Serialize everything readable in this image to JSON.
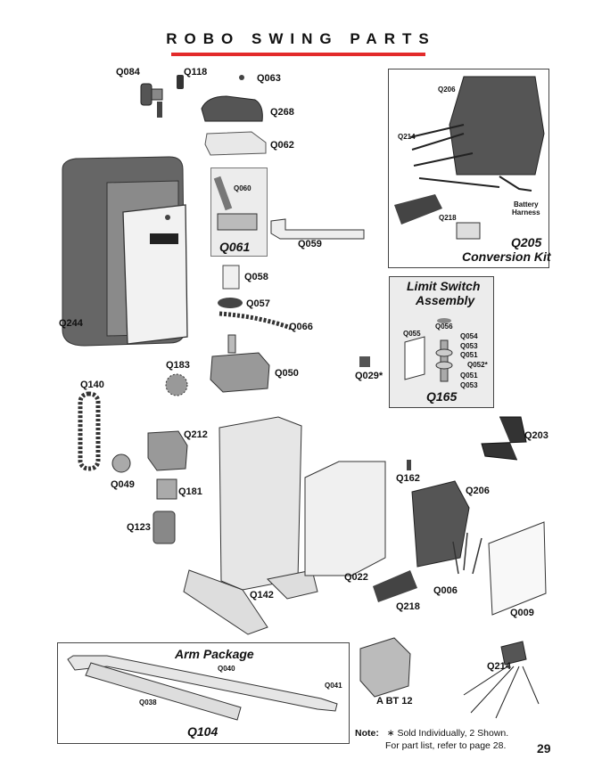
{
  "title": "ROBO SWING PARTS",
  "parts": {
    "q084": "Q084",
    "q118": "Q118",
    "q063": "Q063",
    "q268": "Q268",
    "q062": "Q062",
    "q060": "Q060",
    "q061": "Q061",
    "q059": "Q059",
    "q058": "Q058",
    "q057": "Q057",
    "q066": "Q066",
    "q244": "Q244",
    "q183": "Q183",
    "q050": "Q050",
    "q029": "Q029*",
    "q140": "Q140",
    "q212": "Q212",
    "q049": "Q049",
    "q181": "Q181",
    "q123": "Q123",
    "q142": "Q142",
    "q022": "Q022",
    "q162": "Q162",
    "q206b": "Q206",
    "q203": "Q203",
    "q006": "Q006",
    "q009": "Q009",
    "q218b": "Q218",
    "q214b": "Q214",
    "abt12": "A BT 12",
    "q040": "Q040",
    "q041": "Q041",
    "q038": "Q038",
    "q104": "Q104"
  },
  "conversion_kit": {
    "q206": "Q206",
    "q214": "Q214",
    "q218": "Q218",
    "battery_line1": "Battery",
    "battery_line2": "Harness",
    "q205": "Q205",
    "title": "Conversion Kit"
  },
  "limit_switch": {
    "title_line1": "Limit Switch",
    "title_line2": "Assembly",
    "q056": "Q056",
    "q055": "Q055",
    "q054": "Q054",
    "q053a": "Q053",
    "q051a": "Q051",
    "q052": "Q052*",
    "q051b": "Q051",
    "q053b": "Q053",
    "q165": "Q165"
  },
  "arm_package": {
    "title": "Arm Package"
  },
  "note": {
    "label": "Note:",
    "line1": "∗ Sold Individually, 2 Shown.",
    "line2": "For part list, refer to page 28."
  },
  "page_number": "29",
  "colors": {
    "accent_rule": "#e32b2b",
    "box_fill": "#ececec",
    "ink": "#1a1a1a"
  }
}
